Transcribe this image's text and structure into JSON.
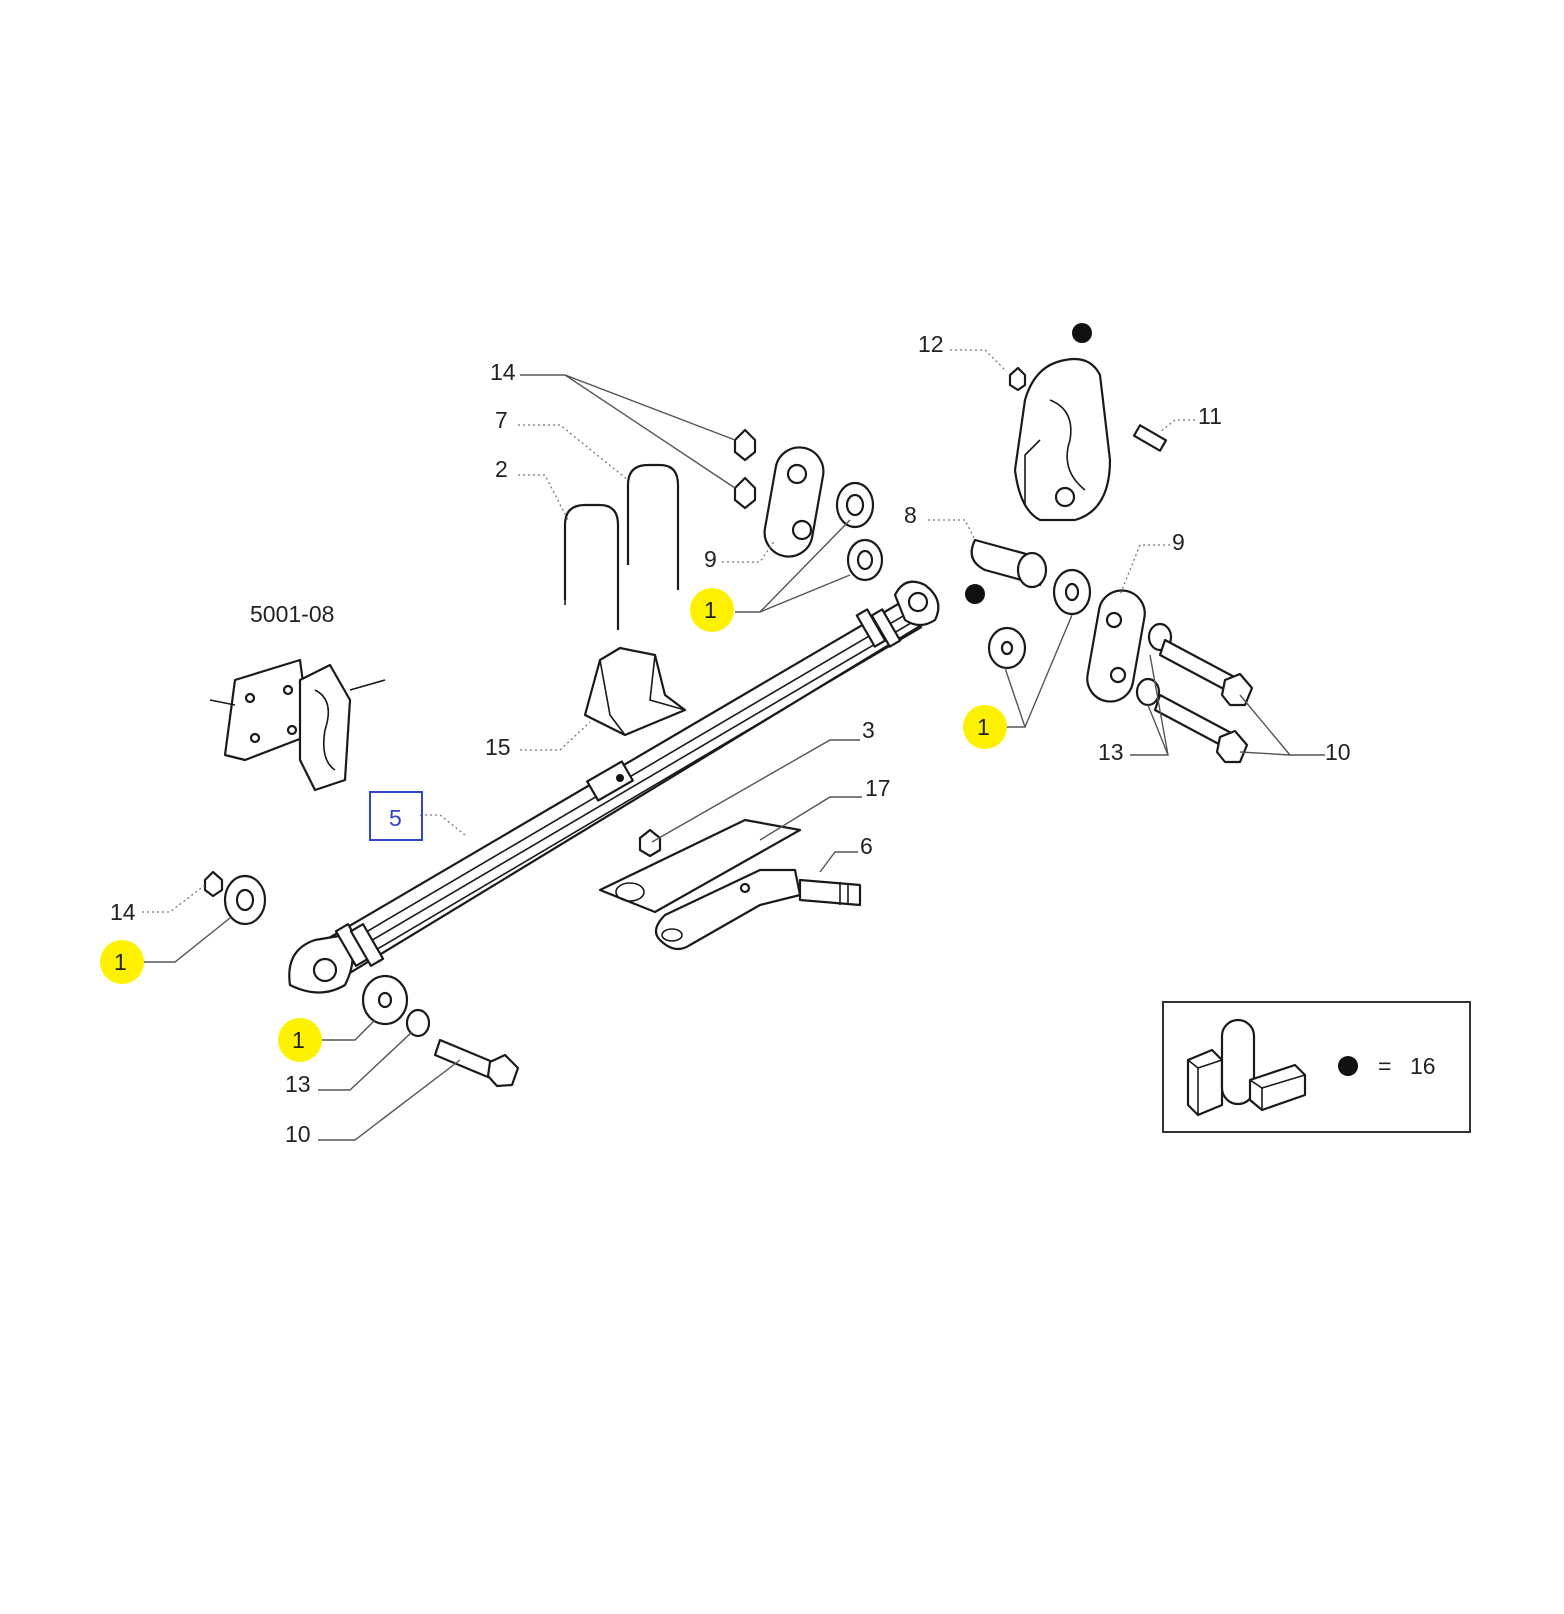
{
  "callouts": {
    "c14a": "14",
    "c7": "7",
    "c2": "2",
    "c9a": "9",
    "c1a": "1",
    "c12": "12",
    "c11": "11",
    "c8": "8",
    "c9b": "9",
    "c1b": "1",
    "c13a": "13",
    "c10a": "10",
    "c15": "15",
    "c3": "3",
    "c17": "17",
    "c6": "6",
    "c5": "5",
    "c14b": "14",
    "c1c": "1",
    "c1d": "1",
    "c13b": "13",
    "c10b": "10"
  },
  "reference": "5001-08",
  "legend": {
    "symbol": "=",
    "value": "16"
  },
  "colors": {
    "highlight": "#fff200",
    "link_box": "#3344cc",
    "line": "#1a1a1a"
  }
}
